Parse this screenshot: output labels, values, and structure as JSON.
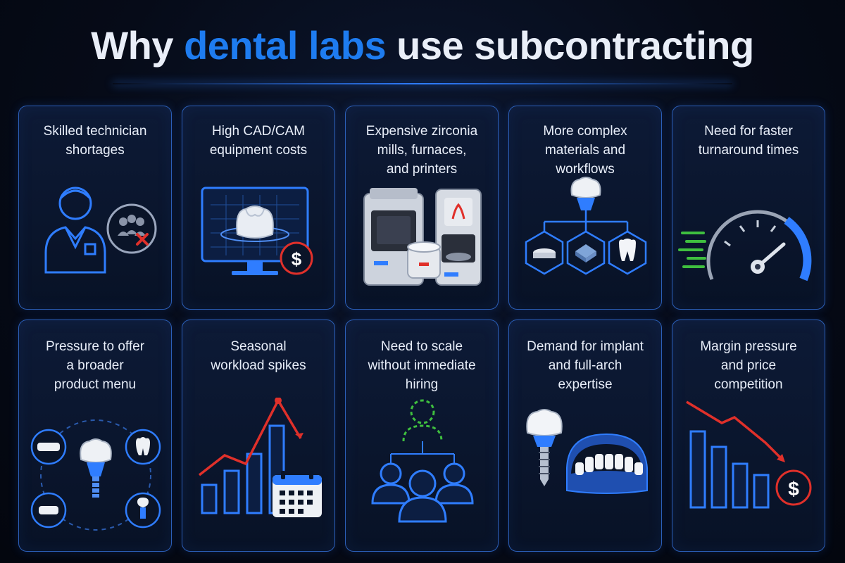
{
  "title": {
    "prefix": "Why ",
    "highlight": "dental labs",
    "suffix": " use subcontracting"
  },
  "colors": {
    "accent": "#1e7cf0",
    "card_border": "#2b5fb8",
    "alert_red": "#e0302a",
    "green": "#3fbf3f"
  },
  "cards": [
    {
      "label": "Skilled technician shortages",
      "lines": [
        "Skilled technician",
        "shortages"
      ],
      "icon": "technician-shortage-icon"
    },
    {
      "label": "High CAD/CAM equipment costs",
      "lines": [
        "High CAD/CAM",
        "equipment costs"
      ],
      "icon": "cad-monitor-cost-icon"
    },
    {
      "label": "Expensive zirconia mills, furnaces, and printers",
      "lines": [
        "Expensive zirconia",
        "mills, furnaces,",
        "and printers"
      ],
      "icon": "mill-furnace-icon"
    },
    {
      "label": "More complex materials and workflows",
      "lines": [
        "More complex",
        "materials and",
        "workflows"
      ],
      "icon": "workflow-hexagon-icon"
    },
    {
      "label": "Need for faster turnaround times",
      "lines": [
        "Need for faster",
        "turnaround times"
      ],
      "icon": "speedometer-icon"
    },
    {
      "label": "Pressure to offer a broader product menu",
      "lines": [
        "Pressure to offer",
        "a broader",
        "product menu"
      ],
      "icon": "product-menu-icon"
    },
    {
      "label": "Seasonal workload spikes",
      "lines": [
        "Seasonal",
        "workload spikes"
      ],
      "icon": "workload-chart-calendar-icon"
    },
    {
      "label": "Need to scale without immediate hiring",
      "lines": [
        "Need to scale",
        "without immediate",
        "hiring"
      ],
      "icon": "team-scale-icon"
    },
    {
      "label": "Demand for implant and full-arch expertise",
      "lines": [
        "Demand for implant",
        "and full-arch",
        "expertise"
      ],
      "icon": "implant-arch-icon"
    },
    {
      "label": "Margin pressure and price competition",
      "lines": [
        "Margin pressure",
        "and price",
        "competition"
      ],
      "icon": "declining-margin-icon"
    }
  ]
}
